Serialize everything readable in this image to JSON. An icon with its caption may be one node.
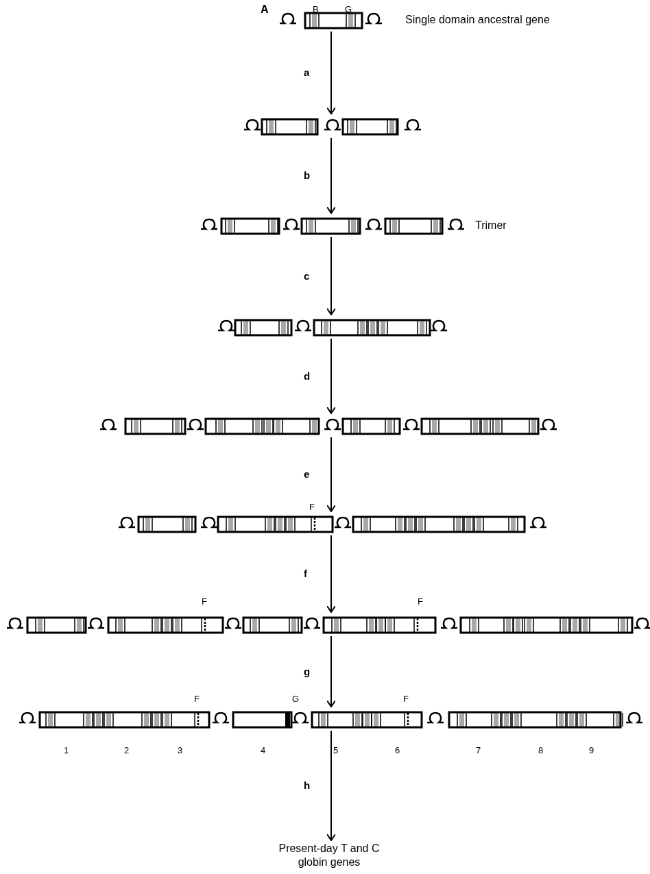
{
  "diagram": {
    "nodes": [
      {
        "text": [],
        "shape": "picture",
        "beside": [
          "Single domain ancestral gene"
        ]
      },
      {
        "text": [],
        "shape": "picture"
      },
      {
        "text": [],
        "shape": "picture",
        "beside": [
          "Trimer"
        ]
      },
      {
        "text": [],
        "shape": "picture"
      },
      {
        "text": [],
        "shape": "picture"
      },
      {
        "text": [],
        "shape": "picture"
      },
      {
        "text": [],
        "shape": "picture"
      },
      {
        "text": [],
        "shape": "picture"
      },
      {
        "text": [
          "Present-day T and C globin genes"
        ]
      }
    ],
    "edges": [
      {
        "from": 0,
        "to": 1,
        "arrow": "to",
        "label": "a"
      },
      {
        "from": 1,
        "to": 2,
        "arrow": "to",
        "label": "b"
      },
      {
        "from": 2,
        "to": 3,
        "arrow": "to",
        "label": "c"
      },
      {
        "from": 3,
        "to": 4,
        "arrow": "to",
        "label": "d"
      },
      {
        "from": 4,
        "to": 5,
        "arrow": "to",
        "label": "e"
      },
      {
        "from": 5,
        "to": 6,
        "arrow": "to",
        "label": "f"
      },
      {
        "from": 6,
        "to": 7,
        "arrow": "to",
        "label": "g"
      },
      {
        "from": 7,
        "to": 8,
        "arrow": "to",
        "label": "h"
      }
    ],
    "labels": [
      "A",
      "B",
      "G",
      "F",
      "F",
      "F",
      "F",
      "G",
      "F",
      "1",
      "2",
      "3",
      "4",
      "5",
      "6",
      "7",
      "8",
      "9"
    ]
  }
}
